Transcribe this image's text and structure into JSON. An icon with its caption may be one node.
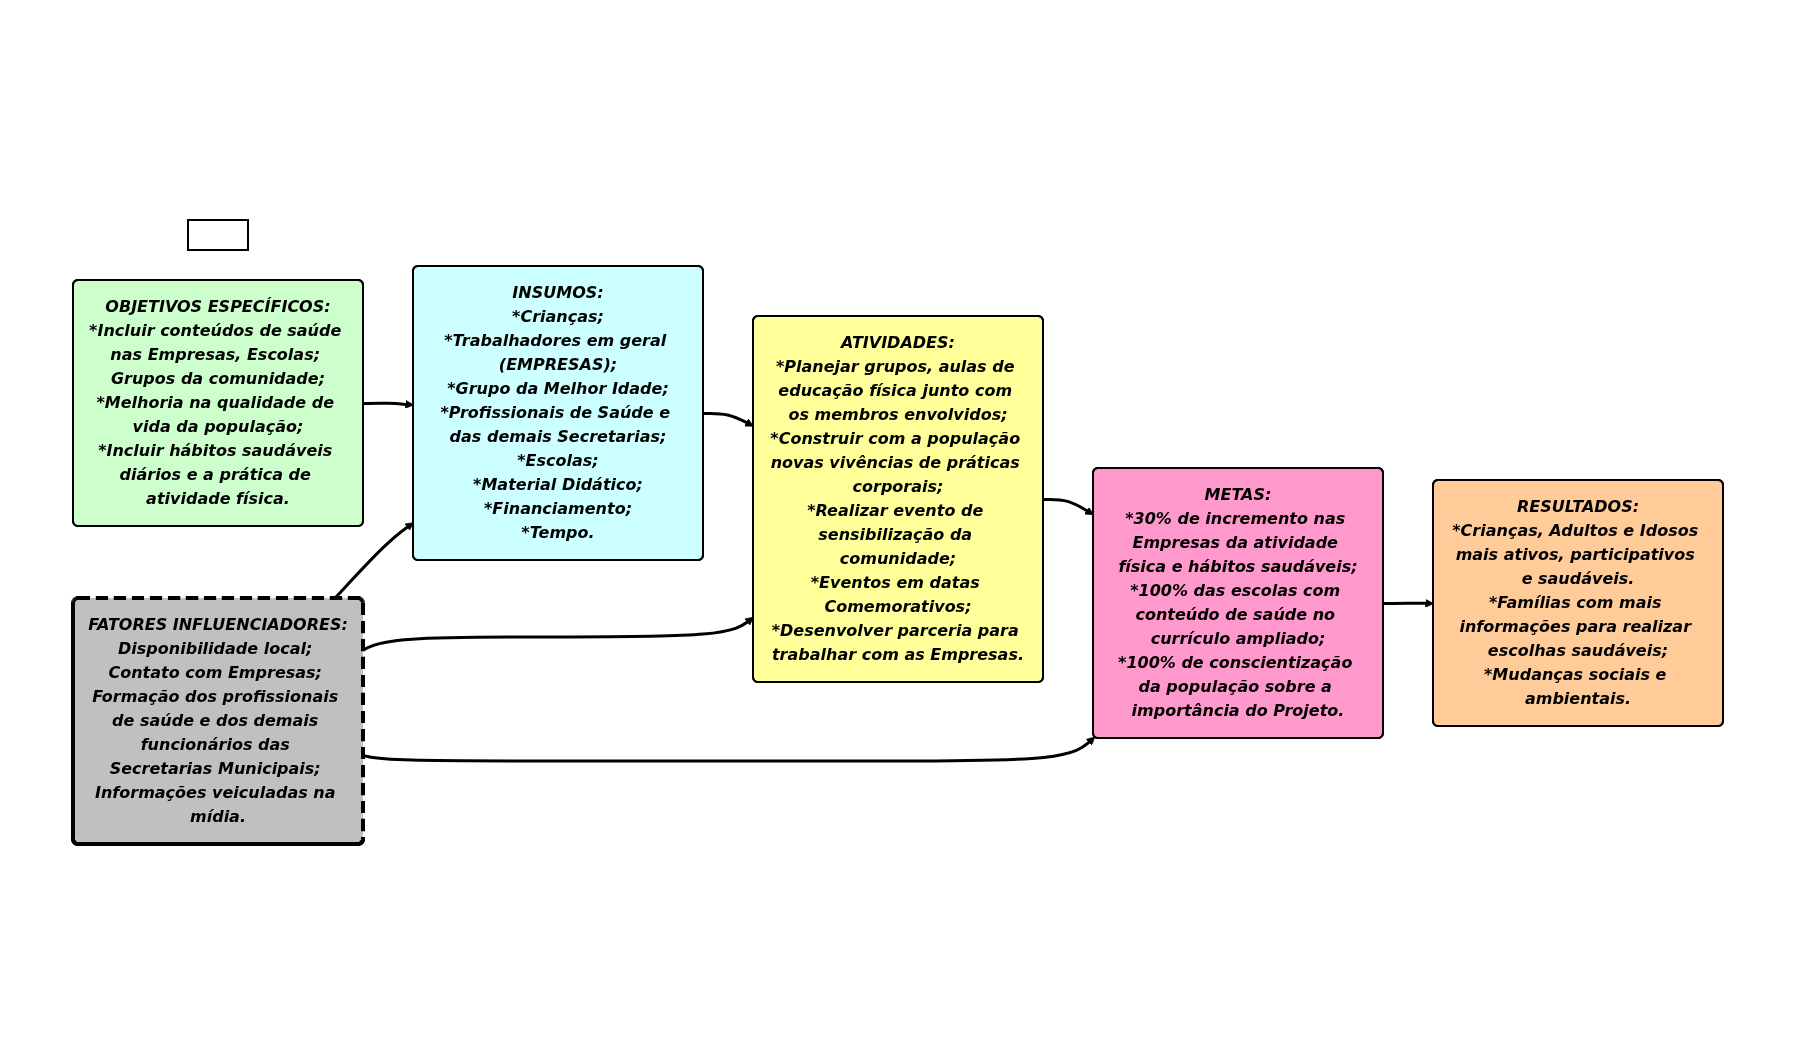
{
  "diagram": {
    "nodes": [
      {
        "text": [],
        "shape": "box"
      },
      {
        "text": [
          "OBJETIVOS ESPECÍFICOS:",
          "*Incluir conteúdos de saúde nas Empresas, Escolas; Grupos da comunidade;",
          "*Melhoria na qualidade de vida da população;",
          "*Incluir hábitos saudáveis diários e a prática de atividade física."
        ]
      },
      {
        "text": [
          "INSUMOS:",
          "*Crianças;",
          "*Trabalhadores em geral (EMPRESAS);",
          "*Grupo da Melhor Idade;",
          "*Profissionais de Saúde e das demais Secretarias;",
          "*Escolas;",
          "*Material Didático;",
          "*Financiamento;",
          "*Tempo."
        ]
      },
      {
        "text": [
          "ATIVIDADES:",
          "*Planejar grupos, aulas de educação física junto com os membros envolvidos;",
          "*Construir com a população novas vivências de práticas corporais;",
          "*Realizar evento de sensibilização da comunidade;",
          "*Eventos em datas Comemorativos;",
          "*Desenvolver parceria para trabalhar com as Empresas."
        ]
      },
      {
        "text": [
          "METAS:",
          "*30% de incremento nas Empresas da atividade física e hábitos saudáveis;",
          "*100% das escolas com conteúdo de saúde no currículo ampliado;",
          "*100% de conscientização da população sobre a importância do Projeto."
        ]
      },
      {
        "text": [
          "RESULTADOS:",
          "*Crianças, Adultos e Idosos mais ativos, participativos e saudáveis.",
          "*Famílias com mais informações para realizar escolhas saudáveis;",
          "*Mudanças sociais e ambientais."
        ]
      },
      {
        "text": [
          "FATORES INFLUENCIADORES:",
          "Disponibilidade local; Contato com Empresas; Formação dos profissionais de saúde e dos demais funcionários das Secretarias Municipais; Informações veiculadas na mídia."
        ]
      }
    ],
    "edges": [
      {
        "from": 1,
        "to": 2,
        "arrow": "to"
      },
      {
        "from": 2,
        "to": 3,
        "arrow": "to"
      },
      {
        "from": 3,
        "to": 4,
        "arrow": "to"
      },
      {
        "from": 4,
        "to": 5,
        "arrow": "to"
      },
      {
        "from": 6,
        "to": 2,
        "arrow": "to"
      },
      {
        "from": 6,
        "to": 3,
        "arrow": "to"
      },
      {
        "from": 6,
        "to": 4,
        "arrow": "to"
      }
    ]
  }
}
